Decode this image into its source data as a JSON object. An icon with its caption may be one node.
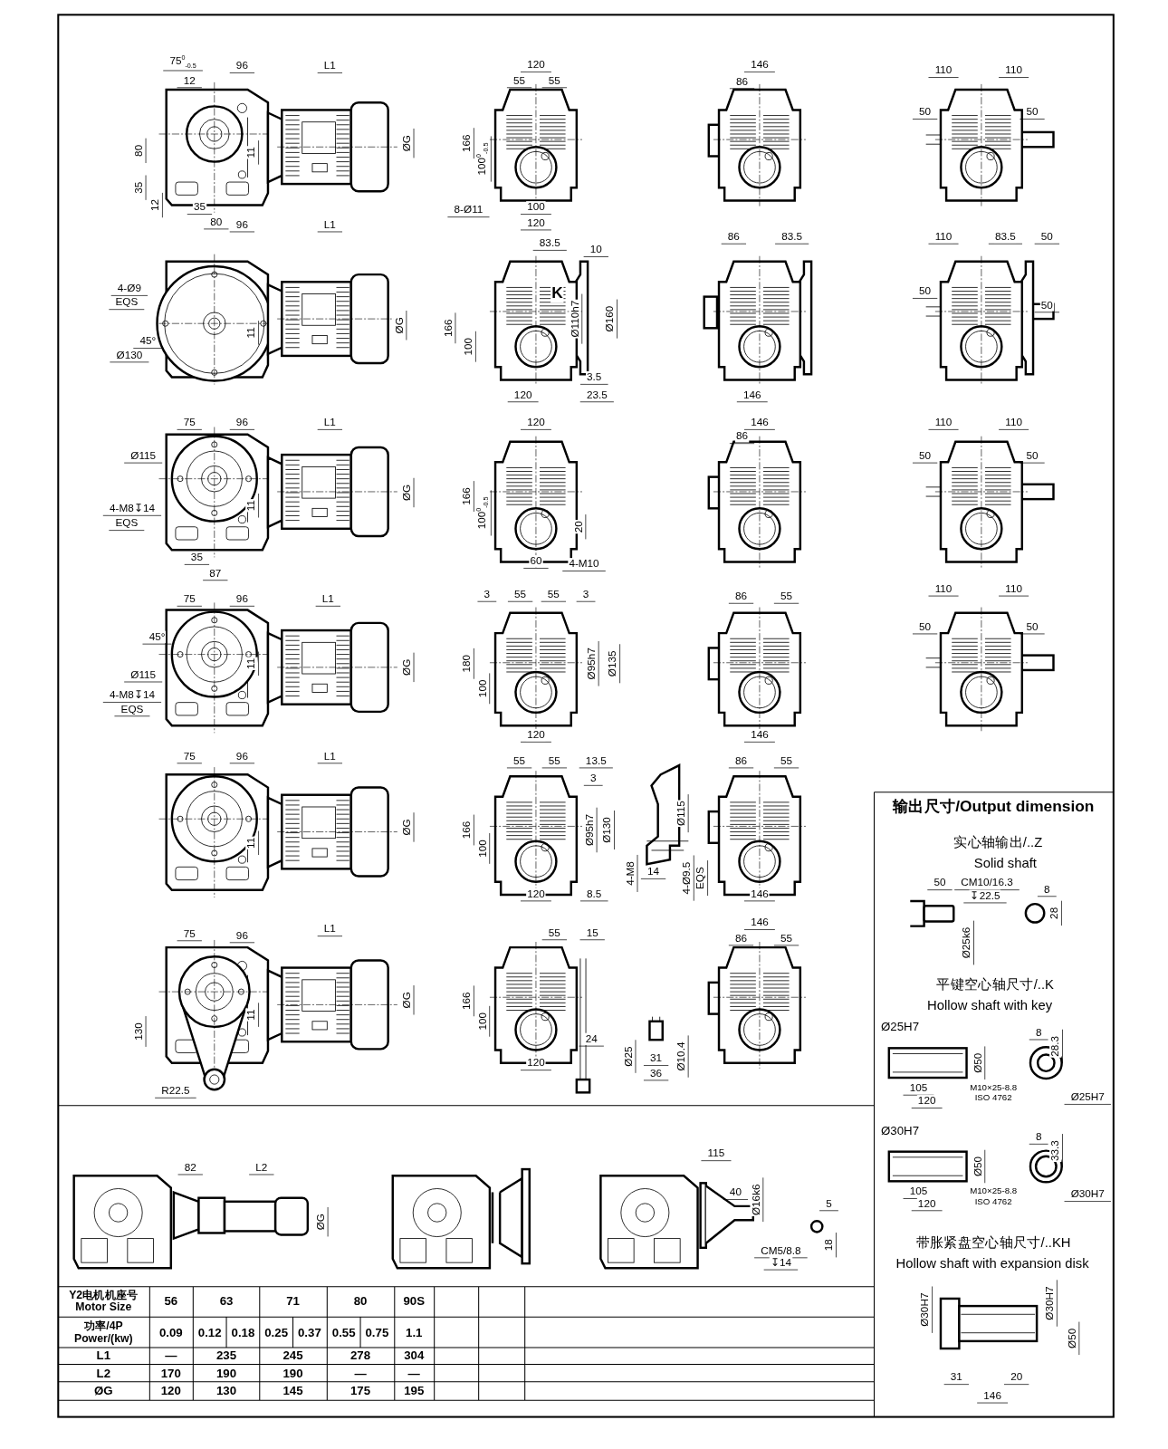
{
  "diagram": {
    "labels": [
      "75$^{0}$$_{-0.5}$",
      "96",
      "L1",
      "12",
      "80",
      "11",
      "ØG",
      "35",
      "12",
      "35",
      "80",
      "120",
      "55",
      "55",
      "166",
      "100$^{0}$$_{-0.5}$",
      "8-Ø11",
      "100",
      "120",
      "146",
      "86",
      "110",
      "110",
      "50",
      "50",
      "96",
      "L1",
      "4-Ø9",
      "EQS",
      "45°",
      "11",
      "ØG",
      "Ø130",
      "83.5",
      "10",
      "K",
      "166",
      "100",
      "Ø110h7",
      "Ø160",
      "3.5",
      "120",
      "23.5",
      "86",
      "83.5",
      "146",
      "110",
      "83.5",
      "50",
      "50",
      "50",
      "75",
      "96",
      "L1",
      "Ø115",
      "4-M8↧14",
      "EQS",
      "11",
      "ØG",
      "35",
      "87",
      "120",
      "166",
      "100$^{0}$$_{-0.5}$",
      "20",
      "60",
      "4-M10",
      "146",
      "86",
      "110",
      "110",
      "50",
      "50",
      "75",
      "96",
      "L1",
      "45°",
      "Ø115",
      "11",
      "4-M8↧14",
      "EQS",
      "ØG",
      "3",
      "55",
      "55",
      "3",
      "180",
      "100",
      "Ø95h7",
      "Ø135",
      "120",
      "86",
      "55",
      "146",
      "110",
      "110",
      "50",
      "50",
      "75",
      "96",
      "L1",
      "11",
      "ØG",
      "55",
      "55",
      "13.5",
      "3",
      "166",
      "100",
      "Ø95h7",
      "Ø130",
      "120",
      "8.5",
      "Ø115",
      "4-M8",
      "14",
      "4-Ø9.5",
      "EQS",
      "86",
      "55",
      "146",
      "75",
      "96",
      "L1",
      "ØG",
      "11",
      "130",
      "R22.5",
      "55",
      "15",
      "166",
      "100",
      "24",
      "120",
      "Ø25",
      "31",
      "36",
      "Ø10.4",
      "146",
      "86",
      "55",
      "82",
      "L2",
      "ØG",
      "115",
      "40",
      "Ø16k6",
      "CM5/8.8",
      "↧14",
      "5",
      "18",
      "Y2电机机座号 Motor Size",
      "56",
      "63",
      "71",
      "80",
      "90S",
      "功率/4P Power/(kw)",
      "0.09",
      "0.12",
      "0.18",
      "0.25",
      "0.37",
      "0.55",
      "0.75",
      "1.1",
      "L1",
      "—",
      "235",
      "245",
      "278",
      "304",
      "L2",
      "170",
      "190",
      "190",
      "—",
      "—",
      "ØG",
      "120",
      "130",
      "145",
      "175",
      "195",
      "输出尺寸/Output dimension",
      "实心轴输出/..Z",
      "Solid shaft",
      "50",
      "CM10/16.3",
      "↧22.5",
      "8",
      "28",
      "Ø25k6",
      "平键空心轴尺寸/..K",
      "Hollow shaft with key",
      "Ø25H7",
      "8",
      "28.3",
      "Ø50",
      "105",
      "M10×25-8.8",
      "ISO 4762",
      "120",
      "Ø25H7",
      "Ø30H7",
      "8",
      "33.3",
      "Ø50",
      "105",
      "M10×25-8.8",
      "ISO 4762",
      "120",
      "Ø30H7",
      "带胀紧盘空心轴尺寸/..KH",
      "Hollow shaft with expansion disk",
      "Ø30H7",
      "Ø30H7",
      "Ø50",
      "31",
      "20",
      "146"
    ]
  }
}
